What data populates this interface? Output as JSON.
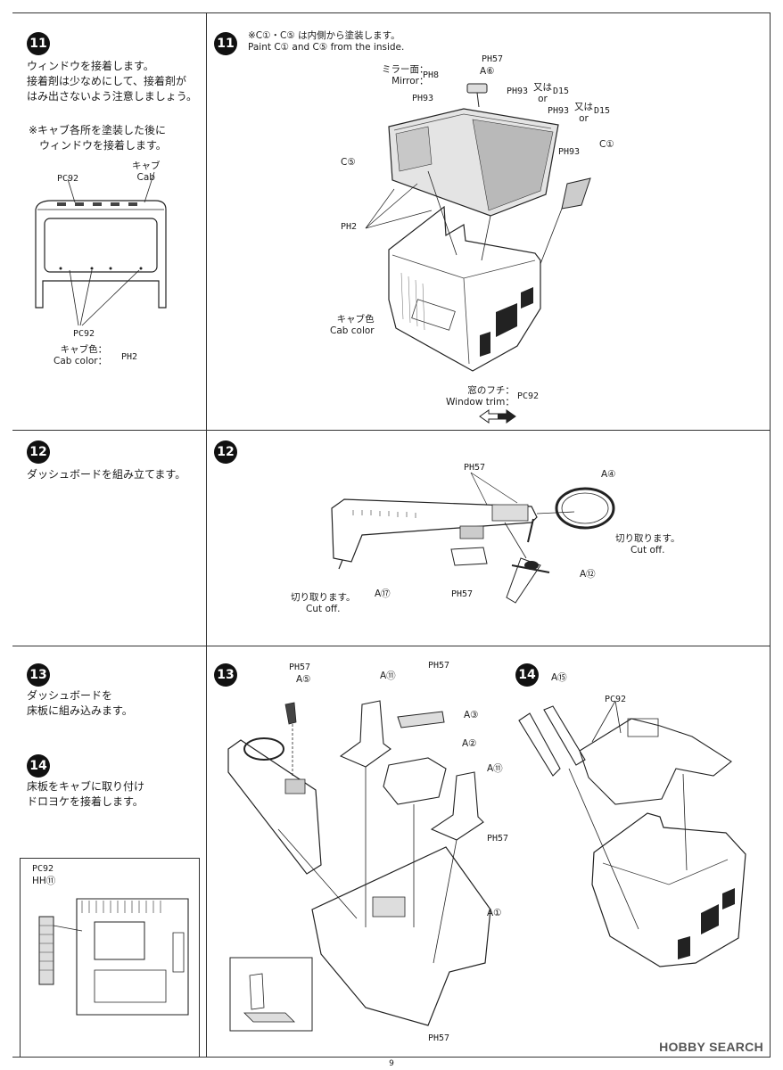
{
  "page_number": "9",
  "watermark": "HOBBY SEARCH",
  "steps": [
    {
      "number": "11",
      "jp_text": "ウィンドウを接着します。\n接着剤は少なめにして、接着剤が\nはみ出さないよう注意しましょう。",
      "note": "※キャブ各所を塗装した後に\n　ウィンドウを接着します。",
      "diagram_labels": {
        "cab": "キャブ\nCab",
        "pc92_top": "PC92",
        "pc92_bottom": "PC92",
        "cab_color": "キャブ色：\nCab color：",
        "ph2": "PH2",
        "paint_note": "※C①・C⑤ は内側から塗装します。\nPaint C① and C⑤ from the inside.",
        "ph57": "PH57",
        "a6": "A⑥",
        "mirror": "ミラー面：\nMirror：",
        "ph8": "PH8",
        "ph93_a": "PH93",
        "ph93_b": "PH93",
        "ph93_c": "PH93",
        "ph93_d": "PH93",
        "or_a": "又は\nor",
        "or_b": "又は\nor",
        "d15_a": "D15",
        "d15_b": "D15",
        "c5": "C⑤",
        "c1": "C①",
        "ph2_main": "PH2",
        "cab_color_main": "キャブ色\nCab color",
        "window_trim": "窓のフチ：\nWindow trim：",
        "pc92_trim": "PC92"
      }
    },
    {
      "number": "12",
      "jp_text": "ダッシュボードを組み立てます。",
      "diagram_labels": {
        "ph57": "PH57",
        "a4": "A④",
        "cut_off_r": "切り取ります。\nCut off.",
        "a12": "A⑫",
        "cut_off_l": "切り取ります。\nCut off.",
        "a17": "A⑰",
        "ph57_b": "PH57"
      }
    },
    {
      "number": "13",
      "jp_text": "ダッシュボードを\n床板に組み込みます。",
      "diagram_labels": {
        "ph57_a": "PH57",
        "a5": "A⑤",
        "a11_a": "A⑪",
        "ph57_b": "PH57",
        "a3": "A③",
        "a2": "A②",
        "a11_b": "A⑪",
        "ph57_c": "PH57",
        "a1": "A①",
        "ph57_d": "PH57"
      }
    },
    {
      "number": "14",
      "jp_text": "床板をキャブに取り付け\nドロヨケを接着します。",
      "diagram_labels": {
        "a15": "A⑮",
        "pc92": "PC92",
        "pc92_box": "PC92",
        "hh11": "HH⑪"
      }
    }
  ],
  "icons": {
    "step_badge": "black-circle-number",
    "paint_code_h": "paint-code-h-icon",
    "paint_code_c": "paint-code-c-icon",
    "double_arrow": "double-arrow-icon"
  }
}
